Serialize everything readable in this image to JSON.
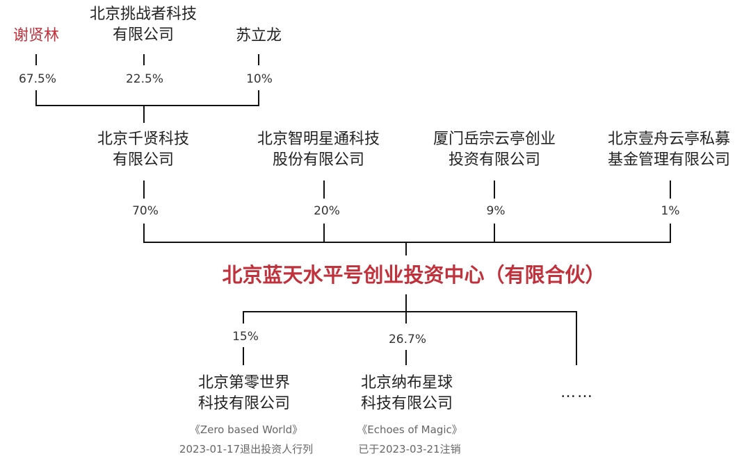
{
  "shareholders": {
    "xie": {
      "name": "谢贤林",
      "pct": "67.5%"
    },
    "tz": {
      "line1": "北京挑战者科技",
      "line2": "有限公司",
      "pct": "22.5%"
    },
    "su": {
      "name": "苏立龙",
      "pct": "10%"
    }
  },
  "partners": [
    {
      "line1": "北京千贤科技",
      "line2": "有限公司",
      "pct": "70%"
    },
    {
      "line1": "北京智明星通科技",
      "line2": "股份有限公司",
      "pct": "20%"
    },
    {
      "line1": "厦门岳宗云亭创业",
      "line2": "投资有限公司",
      "pct": "9%"
    },
    {
      "line1": "北京壹舟云亭私募",
      "line2": "基金管理有限公司",
      "pct": "1%"
    }
  ],
  "center": {
    "name": "北京蓝天水平号创业投资中心（有限合伙）"
  },
  "investments": [
    {
      "pct": "15%",
      "line1": "北京第零世界",
      "line2": "科技有限公司",
      "note1": "《Zero based World》",
      "note2": "2023-01-17退出投资人行列"
    },
    {
      "pct": "26.7%",
      "line1": "北京纳布星球",
      "line2": "科技有限公司",
      "note1": "《Echoes of Magic》",
      "note2": "已于2023-03-21注销"
    }
  ],
  "more": "……",
  "colors": {
    "highlight": "#c0313c",
    "line": "#111111",
    "text": "#222222",
    "note": "#666666"
  }
}
